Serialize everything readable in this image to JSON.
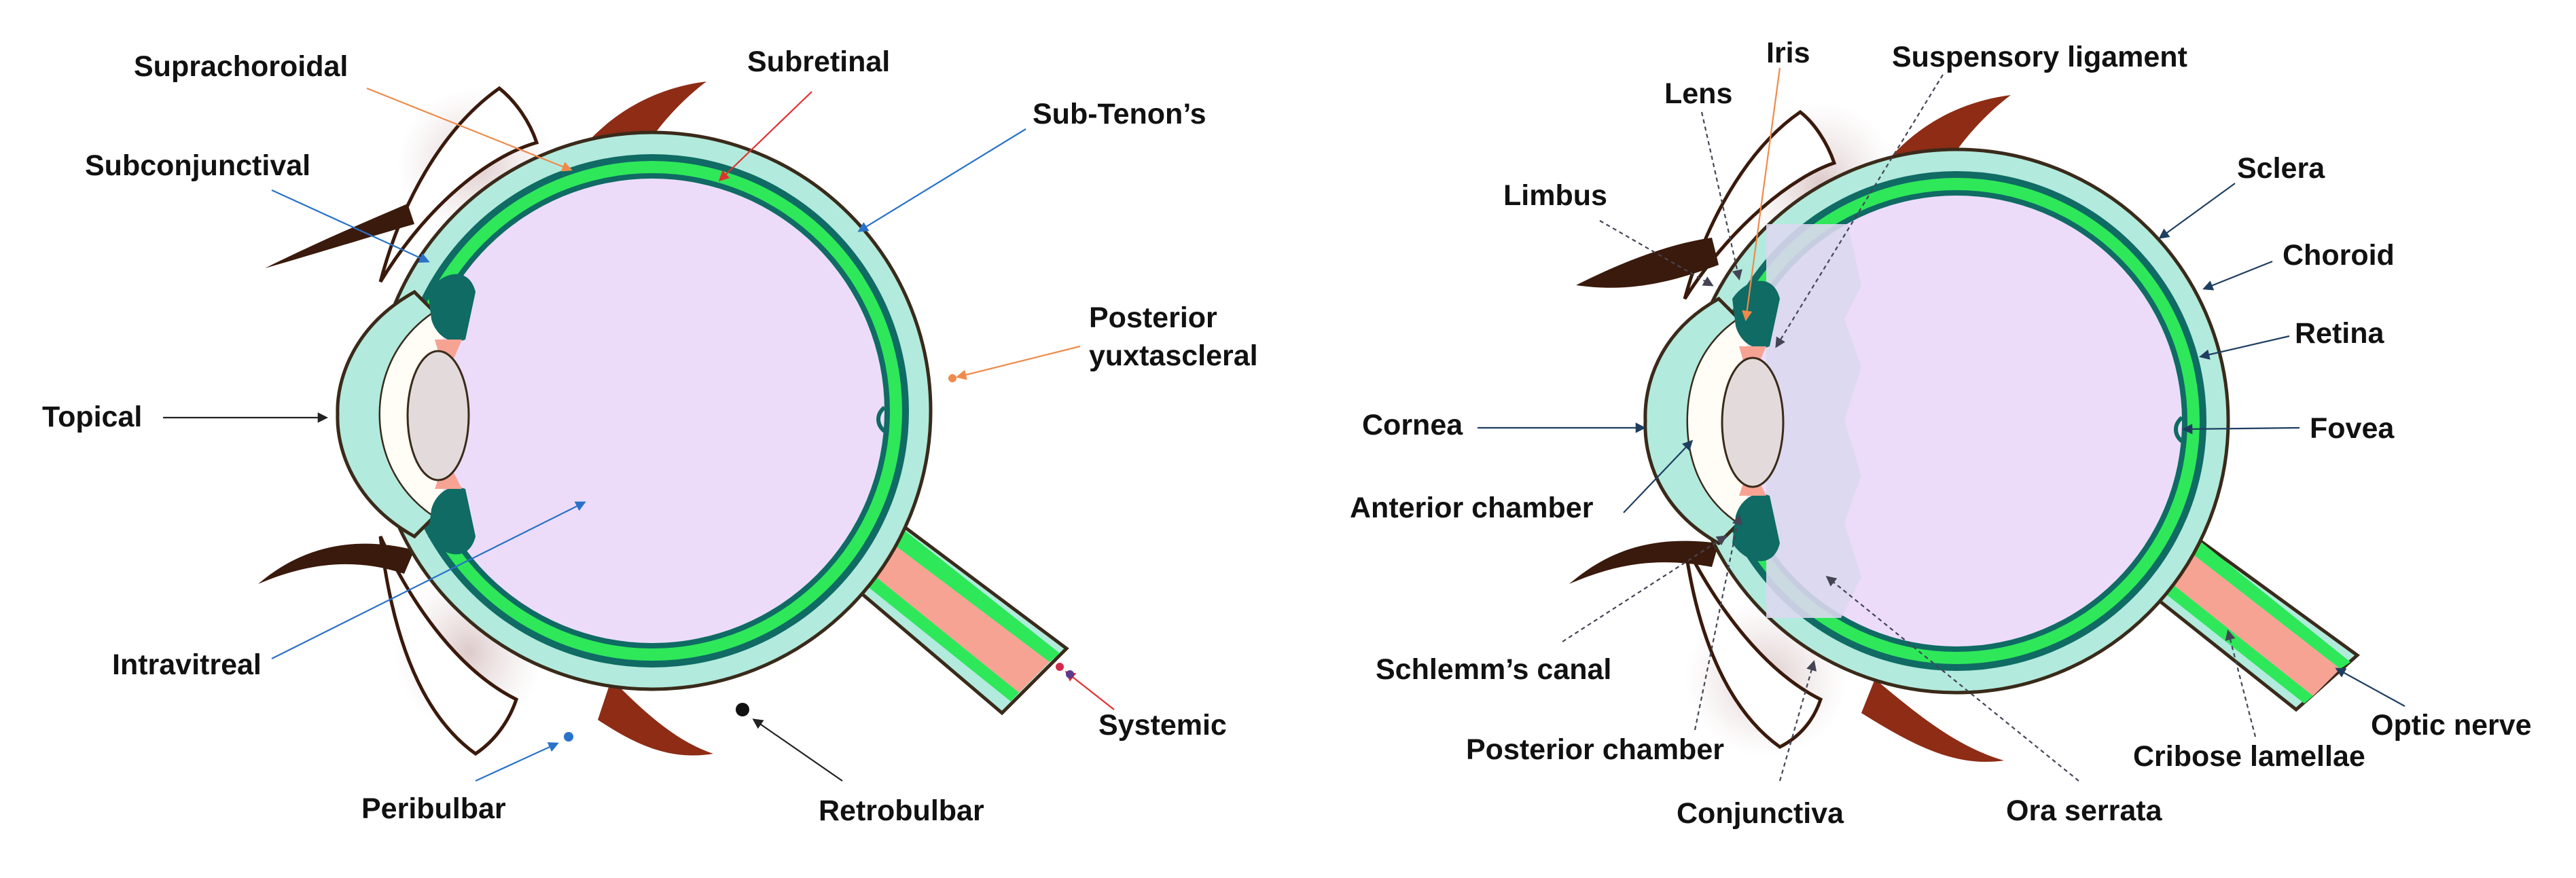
{
  "left_panel": {
    "labels": {
      "suprachoroidal": "Suprachoroidal",
      "subretinal": "Subretinal",
      "sub_tenons": "Sub-Tenon’s",
      "subconjunctival": "Subconjunctival",
      "posterior_yuxtascleral_1": "Posterior",
      "posterior_yuxtascleral_2": "yuxtascleral",
      "topical": "Topical",
      "intravitreal": "Intravitreal",
      "systemic": "Systemic",
      "peribulbar": "Peribulbar",
      "retrobulbar": "Retrobulbar"
    }
  },
  "right_panel": {
    "labels": {
      "iris": "Iris",
      "lens": "Lens",
      "suspensory_ligament": "Suspensory ligament",
      "limbus": "Limbus",
      "sclera": "Sclera",
      "choroid": "Choroid",
      "retina": "Retina",
      "cornea": "Cornea",
      "fovea": "Fovea",
      "anterior_chamber": "Anterior chamber",
      "schlemms_canal": "Schlemm’s canal",
      "posterior_chamber": "Posterior chamber",
      "conjunctiva": "Conjunctiva",
      "ora_serrata": "Ora serrata",
      "cribose_lamellae": "Cribose lamellae",
      "optic_nerve": "Optic nerve"
    }
  },
  "colors": {
    "vitreous": "#ecdcfa",
    "sclera": "#b2eadd",
    "choroid": "#0f6b64",
    "retina": "#2ee85a",
    "lens": "#e3dbdb",
    "iris_muscle": "#f6a394",
    "eyelid": "#8e2c15",
    "tenon_shadow": "#e7dada"
  }
}
